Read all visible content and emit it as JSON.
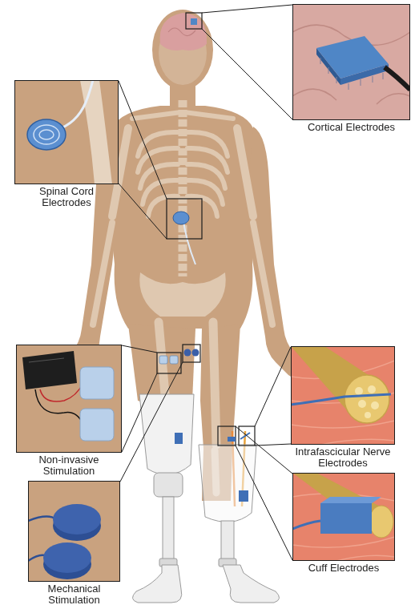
{
  "diagram": {
    "nodes": [
      {
        "text": [
          "Cortical Electrodes"
        ]
      },
      {
        "text": [
          "Spinal Cord Electrodes"
        ]
      },
      {
        "text": [
          "Non-invasive Stimulation"
        ]
      },
      {
        "text": [
          "Intrafascicular Nerve Electrodes"
        ]
      },
      {
        "text": [
          "Mechanical Stimulation"
        ]
      },
      {
        "text": [
          "Cuff Electrodes"
        ]
      }
    ]
  }
}
